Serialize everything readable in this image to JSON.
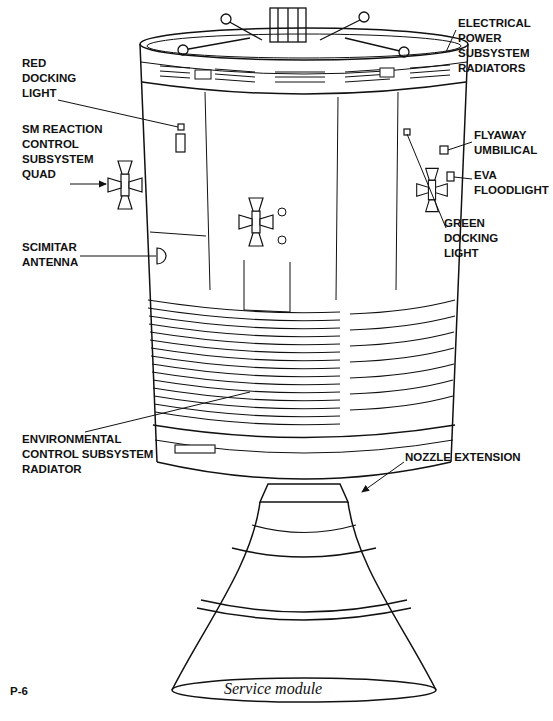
{
  "diagram": {
    "caption": "Service module",
    "labels": [
      "RED DOCKING LIGHT",
      "SM REACTION CONTROL SUBSYSTEM QUAD",
      "SCIMITAR ANTENNA",
      "ENVIRONMENTAL CONTROL SUBSYSTEM RADIATOR",
      "ELECTRICAL POWER SUBSYSTEM RADIATORS",
      "FLYAWAY UMBILICAL",
      "EVA FLOODLIGHT",
      "GREEN DOCKING LIGHT",
      "NOZZLE EXTENSION",
      "P-6"
    ]
  }
}
